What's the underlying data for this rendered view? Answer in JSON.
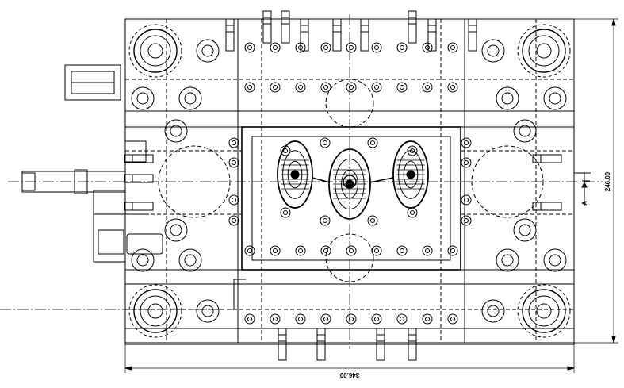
{
  "drawing": {
    "dim_width": "346.00",
    "dim_height": "246.00",
    "section_label": "A"
  },
  "colors": {
    "line": "#000000",
    "background": "#ffffff"
  }
}
